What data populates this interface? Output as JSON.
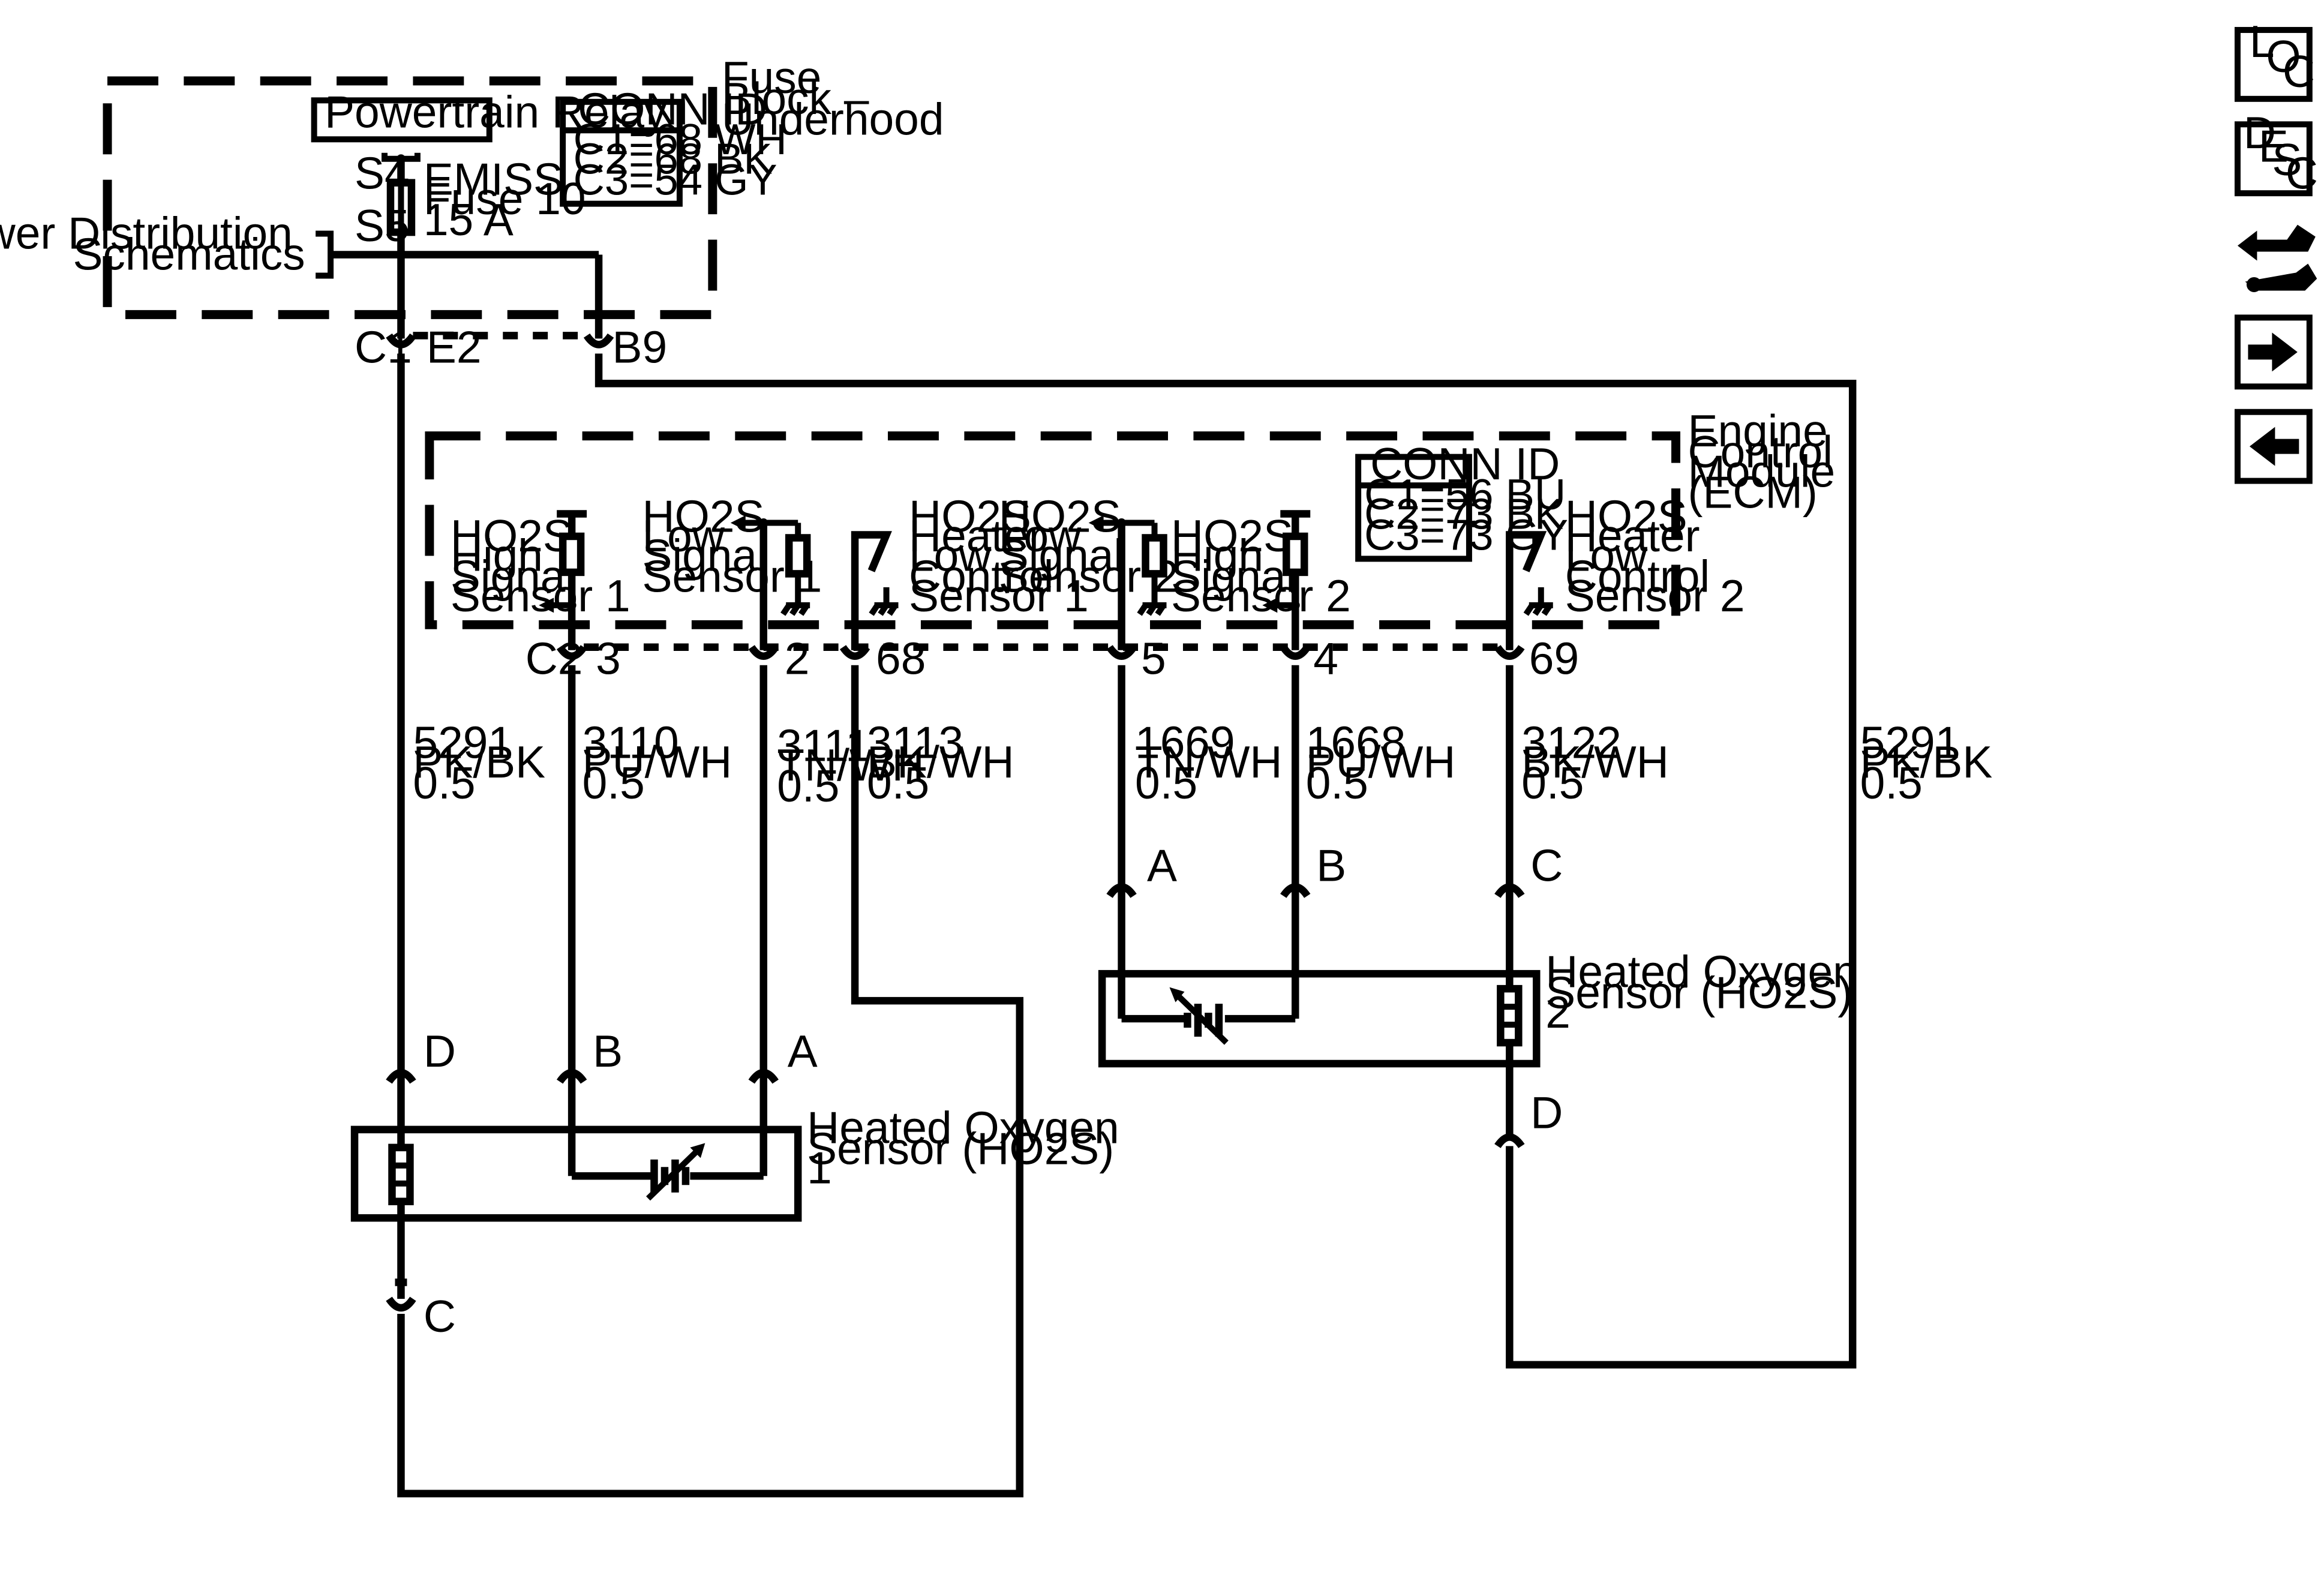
{
  "fuse_block": {
    "label": [
      "Fuse",
      "Block –",
      "Underhood"
    ],
    "powertrain_relay": "Powertrain Relay",
    "conn_id": {
      "title": "CONN ID",
      "rows": [
        "C1=68 WH",
        "C2=68 BK",
        "C3=54 GY"
      ]
    },
    "splice_s4": "S4",
    "splice_s5": "S5",
    "fuse_label": [
      "EMISS",
      "Fuse 10",
      "15 A"
    ],
    "power_dist": [
      "Power Distribution",
      "Schematics"
    ],
    "conn_c1": "C1",
    "pin_e2": "E2",
    "pin_b9": "B9"
  },
  "ecm": {
    "label": [
      "Engine",
      "Control",
      "Module",
      "(ECM)"
    ],
    "conn_id": {
      "title": "CONN ID",
      "rows": [
        "C1=56 BU",
        "C2=73 BK",
        "C3=73 GY"
      ]
    },
    "conn_c2": "C2",
    "circuits": [
      {
        "label": [
          "HO2S",
          "High",
          "Signal",
          "Sensor 1"
        ],
        "pin": "3"
      },
      {
        "label": [
          "HO2S",
          "Low",
          "Signal",
          "Sensor 1"
        ],
        "pin": "2"
      },
      {
        "label": [
          "HO2S",
          "Heater",
          "Low",
          "Control",
          "Sensor 1"
        ],
        "pin": "68"
      },
      {
        "label": [
          "HO2S",
          "Low",
          "Signal",
          "Sensor 2"
        ],
        "pin": "5"
      },
      {
        "label": [
          "HO2S",
          "High",
          "Signal",
          "Sensor 2"
        ],
        "pin": "4"
      },
      {
        "label": [
          "HO2S",
          "Heater",
          "Low",
          "Control",
          "Sensor 2"
        ],
        "pin": "69"
      }
    ]
  },
  "wires": [
    {
      "circuit": "5291",
      "color": "PK/BK",
      "size": "0.5"
    },
    {
      "circuit": "3110",
      "color": "PU/WH",
      "size": "0.5"
    },
    {
      "circuit": "3111",
      "color": "TN/WH",
      "size": "0.5"
    },
    {
      "circuit": "3113",
      "color": "BK/WH",
      "size": "0.5"
    },
    {
      "circuit": "1669",
      "color": "TN/WH",
      "size": "0.5"
    },
    {
      "circuit": "1668",
      "color": "PU/WH",
      "size": "0.5"
    },
    {
      "circuit": "3122",
      "color": "BK/WH",
      "size": "0.5"
    },
    {
      "circuit": "5291",
      "color": "PK/BK",
      "size": "0.5"
    }
  ],
  "sensor1": {
    "label": [
      "Heated Oxygen",
      "Sensor (HO2S)",
      "1"
    ],
    "pins": {
      "d": "D",
      "b": "B",
      "a": "A",
      "c": "C"
    }
  },
  "sensor2": {
    "label": [
      "Heated Oxygen",
      "Sensor (HO2S)",
      "2"
    ],
    "pins": {
      "a": "A",
      "b": "B",
      "c": "C",
      "d": "D"
    }
  },
  "nav": {
    "loc": [
      "L",
      "O",
      "C"
    ],
    "desc": [
      "D",
      "E",
      "S",
      "C"
    ]
  }
}
